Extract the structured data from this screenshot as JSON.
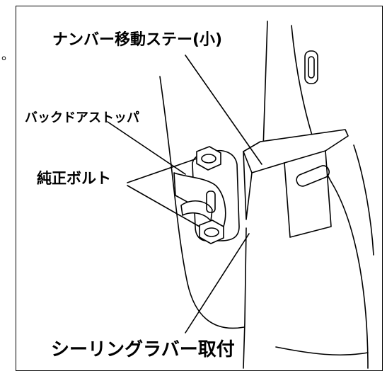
{
  "labels": {
    "number_stay": "ナンバー移動ステー(小)",
    "backdoor_stopper": "バックドアストッパ",
    "genuine_bolt": "純正ボルト",
    "sealing_rubber": "シーリングラバー取付"
  },
  "marks": {
    "corner_dot": "。"
  }
}
